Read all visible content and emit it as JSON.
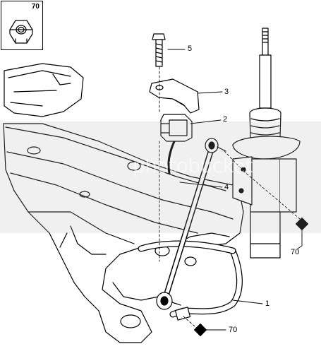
{
  "inset": {
    "label": "70",
    "icon": "hex-nut-icon"
  },
  "callouts": {
    "c5": "5",
    "c3": "3",
    "c2": "2",
    "c4": "4",
    "c1": "1",
    "c70_right": "70",
    "c70_bottom": "70"
  },
  "watermark": {
    "text": "photobucket"
  },
  "colors": {
    "ink": "#000000",
    "paper": "#ffffff",
    "band": "#aaaaaa"
  }
}
